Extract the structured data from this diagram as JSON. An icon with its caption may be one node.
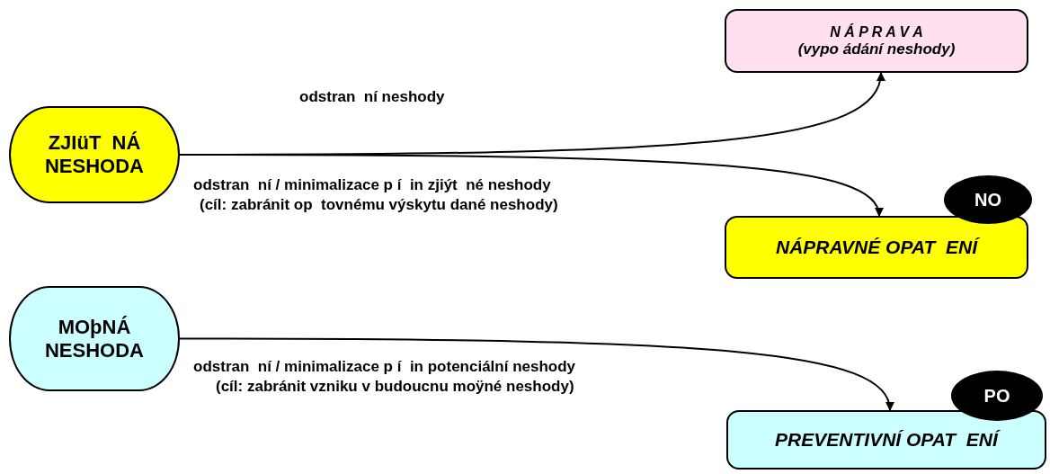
{
  "diagram": {
    "nodes": [
      {
        "text": [
          "ZJIüT  NÁ NESHODA"
        ]
      },
      {
        "text": [
          "N Á P R A V A",
          "(vypo ádání neshody)"
        ]
      },
      {
        "text": [
          "NÁPRAVNÉ OPAT  ENÍ"
        ]
      },
      {
        "text": [
          "NO"
        ]
      },
      {
        "text": [
          "MOþNÁ NESHODA"
        ]
      },
      {
        "text": [
          "PREVENTIVNÍ OPAT  ENÍ"
        ]
      },
      {
        "text": [
          "PO"
        ]
      }
    ],
    "edges": [
      {
        "from": 0,
        "to": 1,
        "arrow": "to",
        "label": "odstran  ní neshody"
      },
      {
        "from": 0,
        "to": 2,
        "arrow": "to",
        "label": "odstran  ní / minimalizace p í  in zjiýt  né neshody"
      },
      {
        "from": 4,
        "to": 5,
        "arrow": "to",
        "label": "odstran  ní / minimalizace p í  in potenciální neshody"
      }
    ],
    "labels": [
      "(cíl: zabránit op  tovnému výskytu dané neshody)",
      "(cíl: zabránit vzniku v budoucnu moÿné neshody)"
    ]
  }
}
